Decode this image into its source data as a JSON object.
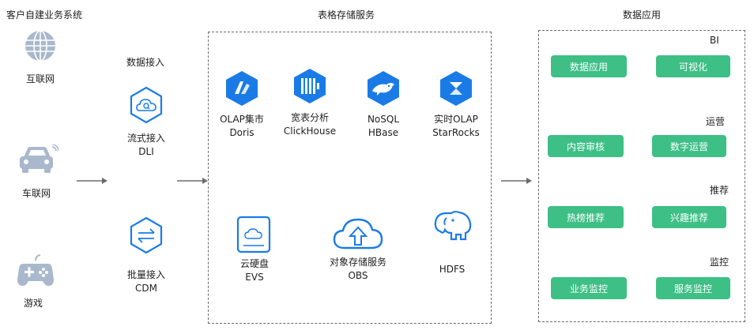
{
  "left": {
    "title": "客户自建业务系统",
    "sources": [
      {
        "icon": "globe-icon",
        "label": "互联网"
      },
      {
        "icon": "car-icon",
        "label": "车联网"
      },
      {
        "icon": "gamepad-icon",
        "label": "游戏"
      }
    ]
  },
  "ingest": {
    "title": "数据接入",
    "items": [
      {
        "icon": "stream-ingest-icon",
        "label1": "流式接入",
        "label2": "DLI"
      },
      {
        "icon": "batch-ingest-icon",
        "label1": "批量接入",
        "label2": "CDM"
      }
    ]
  },
  "storage": {
    "title": "表格存储服务",
    "top": [
      {
        "icon": "doris-icon",
        "label1": "OLAP集市",
        "label2": "Doris"
      },
      {
        "icon": "clickhouse-icon",
        "label1": "宽表分析",
        "label2": "ClickHouse"
      },
      {
        "icon": "hbase-icon",
        "label1": "NoSQL",
        "label2": "HBase"
      },
      {
        "icon": "starrocks-icon",
        "label1": "实时OLAP",
        "label2": "StarRocks"
      }
    ],
    "bottom": [
      {
        "icon": "evs-disk-icon",
        "label1": "云硬盘",
        "label2": "EVS"
      },
      {
        "icon": "obs-cloud-icon",
        "label1": "对象存储服务",
        "label2": "OBS"
      },
      {
        "icon": "hdfs-elephant-icon",
        "label1": "HDFS",
        "label2": ""
      }
    ]
  },
  "apps": {
    "title": "数据应用",
    "sections": [
      {
        "name": "BI",
        "pills": [
          "数据应用",
          "可视化"
        ]
      },
      {
        "name": "运营",
        "pills": [
          "内容审核",
          "数字运营"
        ]
      },
      {
        "name": "推荐",
        "pills": [
          "热榜推荐",
          "兴趣推荐"
        ]
      },
      {
        "name": "监控",
        "pills": [
          "业务监控",
          "服务监控"
        ]
      }
    ]
  },
  "colors": {
    "accent_blue": "#1a7be6",
    "pill_green": "#3dbf86",
    "icon_gray": "#a9b8cc"
  }
}
